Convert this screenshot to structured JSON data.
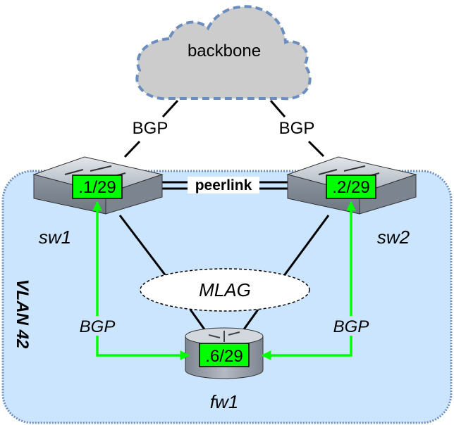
{
  "cloud": {
    "label": "backbone",
    "fill": "#cccccc",
    "stroke": "#6c8ebf"
  },
  "vlan": {
    "label": "VLAN 42",
    "fill": "#cce5ff",
    "stroke": "#6c8ebf"
  },
  "bgp_upper_left": "BGP",
  "bgp_upper_right": "BGP",
  "bgp_lower_left": "BGP",
  "bgp_lower_right": "BGP",
  "peerlink": "peerlink",
  "mlag": "MLAG",
  "devices": {
    "sw1": {
      "name": "sw1",
      "address": ".1/29"
    },
    "sw2": {
      "name": "sw2",
      "address": ".2/29"
    },
    "fw1": {
      "name": "fw1",
      "address": ".6/29"
    }
  },
  "colors": {
    "bgp_session": "#00ff00",
    "address_box": "#00ff00",
    "link": "#000000"
  }
}
